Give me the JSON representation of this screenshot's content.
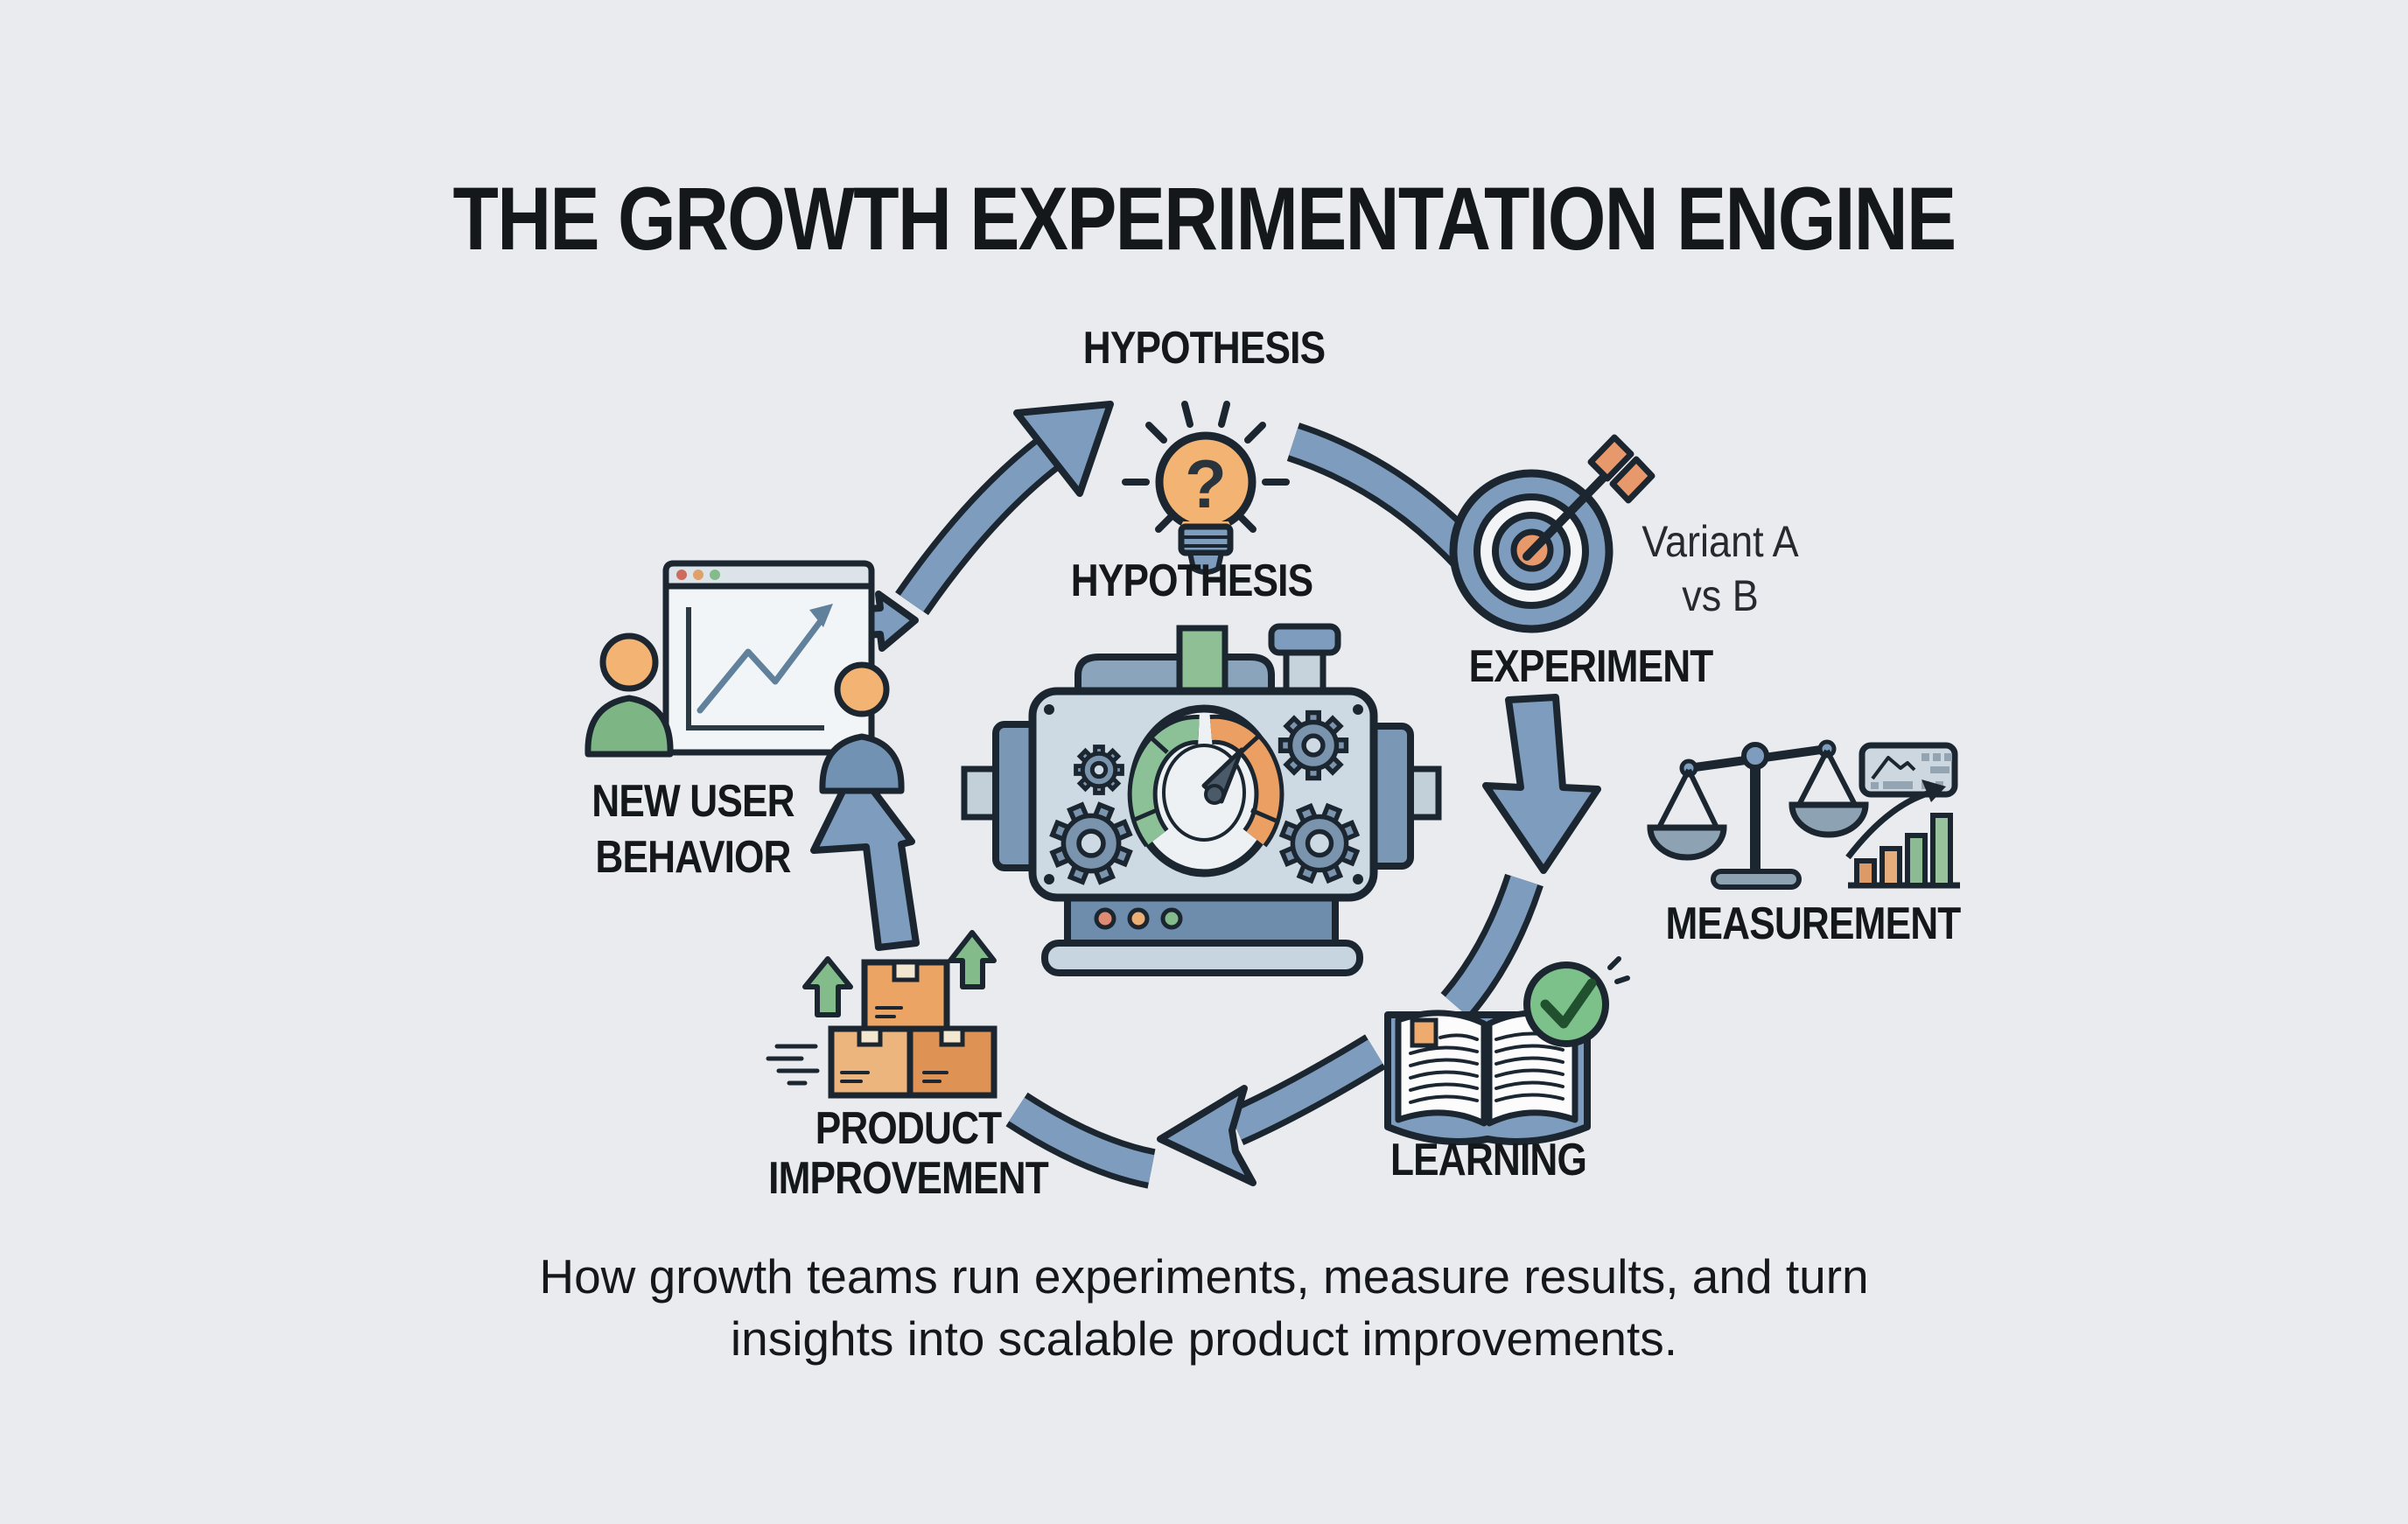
{
  "title": "THE GROWTH EXPERIMENTATION ENGINE",
  "caption": {
    "line1": "How growth teams run experiments, measure results, and turn",
    "line2": "insights into scalable product improvements."
  },
  "stages": {
    "hypothesis": {
      "label_top": "HYPOTHESIS",
      "label": "HYPOTHESIS",
      "icon": "lightbulb-question-icon",
      "question_mark": "?"
    },
    "experiment": {
      "label": "EXPERIMENT",
      "annotation_line1": "Variant A",
      "annotation_line2": "vs B",
      "icon": "target-dart-icon"
    },
    "measurement": {
      "label": "MEASUREMENT",
      "icon": "balance-scale-icon"
    },
    "learning": {
      "label": "LEARNING",
      "icon": "open-book-check-icon"
    },
    "product_improvement": {
      "label_line1": "PRODUCT",
      "label_line2": "IMPROVEMENT",
      "icon": "shipping-boxes-icon"
    },
    "new_user_behavior": {
      "label_line1": "NEW USER",
      "label_line2": "BEHAVIOR",
      "icon": "analytics-window-users-icon"
    }
  },
  "center": {
    "icon": "experimentation-engine-machine-icon"
  },
  "colors": {
    "background": "#e9ebee",
    "outline": "#1b2630",
    "arrow_blue": "#7e9dbe",
    "accent_orange": "#efaa6b",
    "accent_green": "#84bb8a",
    "panel_blue": "#cdd9e3",
    "text": "#15181b"
  }
}
